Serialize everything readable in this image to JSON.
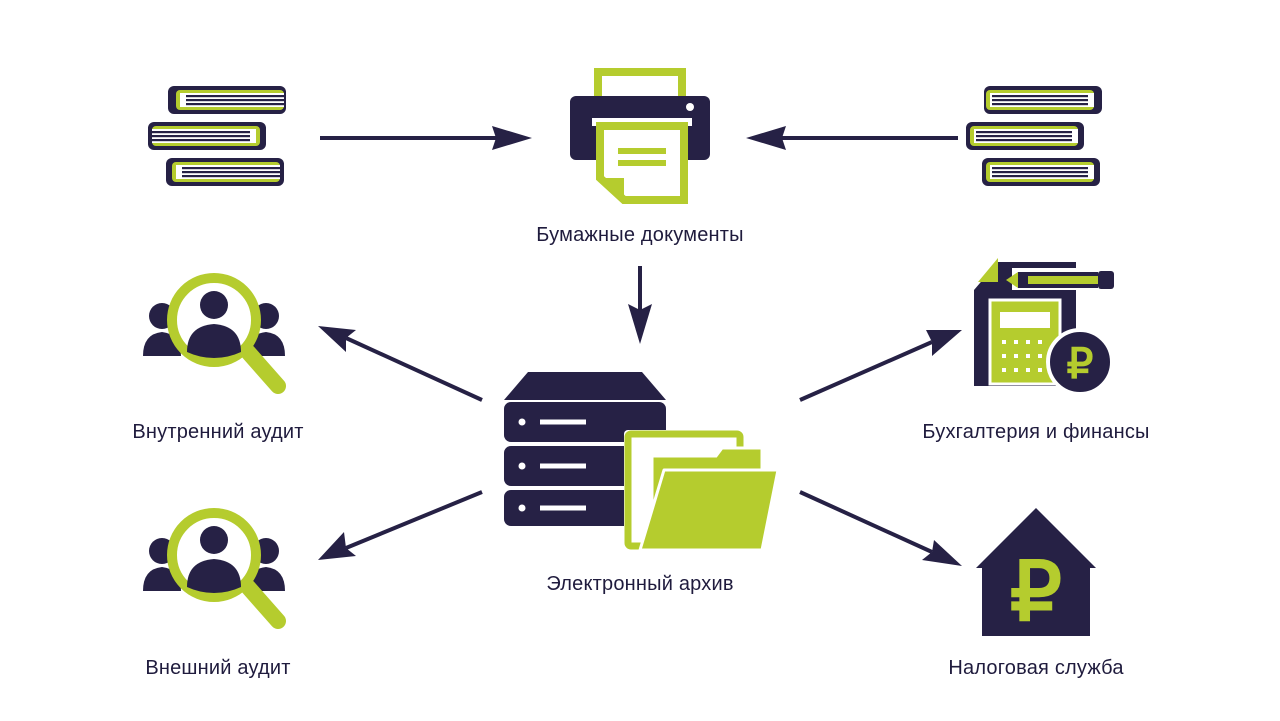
{
  "colors": {
    "dark": "#262145",
    "lime": "#b5cc2e"
  },
  "nodes": {
    "paper_documents": "Бумажные документы",
    "electronic_archive": "Электронный архив",
    "internal_audit": "Внутренний аудит",
    "external_audit": "Внешний аудит",
    "accounting_finance": "Бухгалтерия и финансы",
    "tax_service": "Налоговая служба"
  },
  "icons": {
    "paper_stack_left": "books-stack-icon",
    "printer": "printer-icon",
    "paper_stack_right": "books-stack-icon",
    "archive": "server-folder-icon",
    "internal_audit": "users-magnifier-icon",
    "external_audit": "users-magnifier-icon",
    "accounting": "calculator-document-ruble-icon",
    "tax": "house-ruble-icon"
  }
}
